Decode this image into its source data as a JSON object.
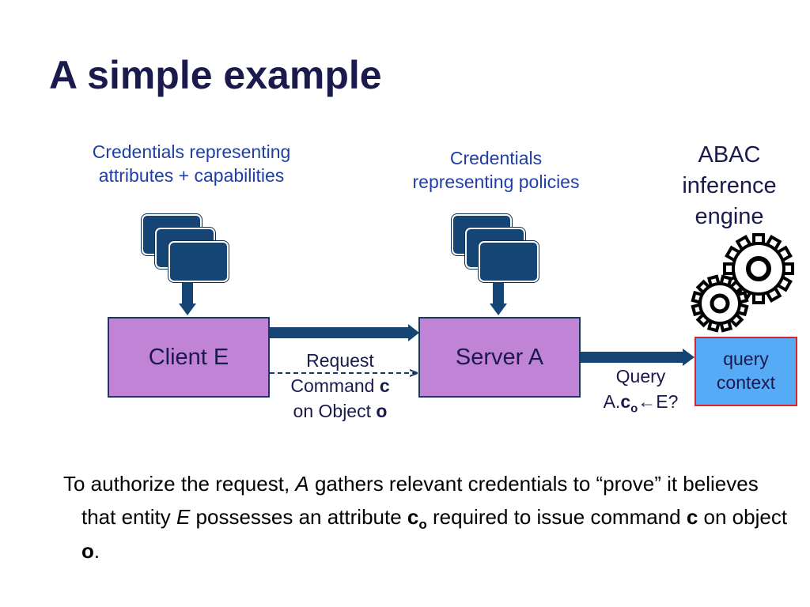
{
  "title": "A simple example",
  "labels": {
    "client_creds_line1": "Credentials representing",
    "client_creds_line2": "attributes + capabilities",
    "server_creds_line1": "Credentials",
    "server_creds_line2": "representing policies",
    "engine_line1": "ABAC",
    "engine_line2": "inference",
    "engine_line3": "engine"
  },
  "boxes": {
    "client": "Client E",
    "server": "Server A",
    "context_line1": "query",
    "context_line2": "context"
  },
  "request": {
    "line1": "Request",
    "line2_text": "Command ",
    "line2_bold": "c",
    "line3_text": "on Object ",
    "line3_bold": "o"
  },
  "query": {
    "line1": "Query",
    "prefix": "A.",
    "attr": "c",
    "attr_sub": "o",
    "arrow": "←",
    "suffix": "E?"
  },
  "paragraph": {
    "p1": "To authorize the request, ",
    "p2": "A",
    "p3": " gathers relevant credentials to “prove” it believes that entity ",
    "p4": "E",
    "p5": " possesses an attribute ",
    "p6": "c",
    "p6_sub": "o",
    "p7": " required to issue command ",
    "p8": "c",
    "p9": " on object ",
    "p10": "o",
    "p11": "."
  },
  "colors": {
    "title": "#1b1a4d",
    "label_blue": "#1f3fa6",
    "box_fill": "#c083d6",
    "card_fill": "#154575",
    "context_fill": "#57aaf5",
    "context_border": "#d5252a"
  }
}
